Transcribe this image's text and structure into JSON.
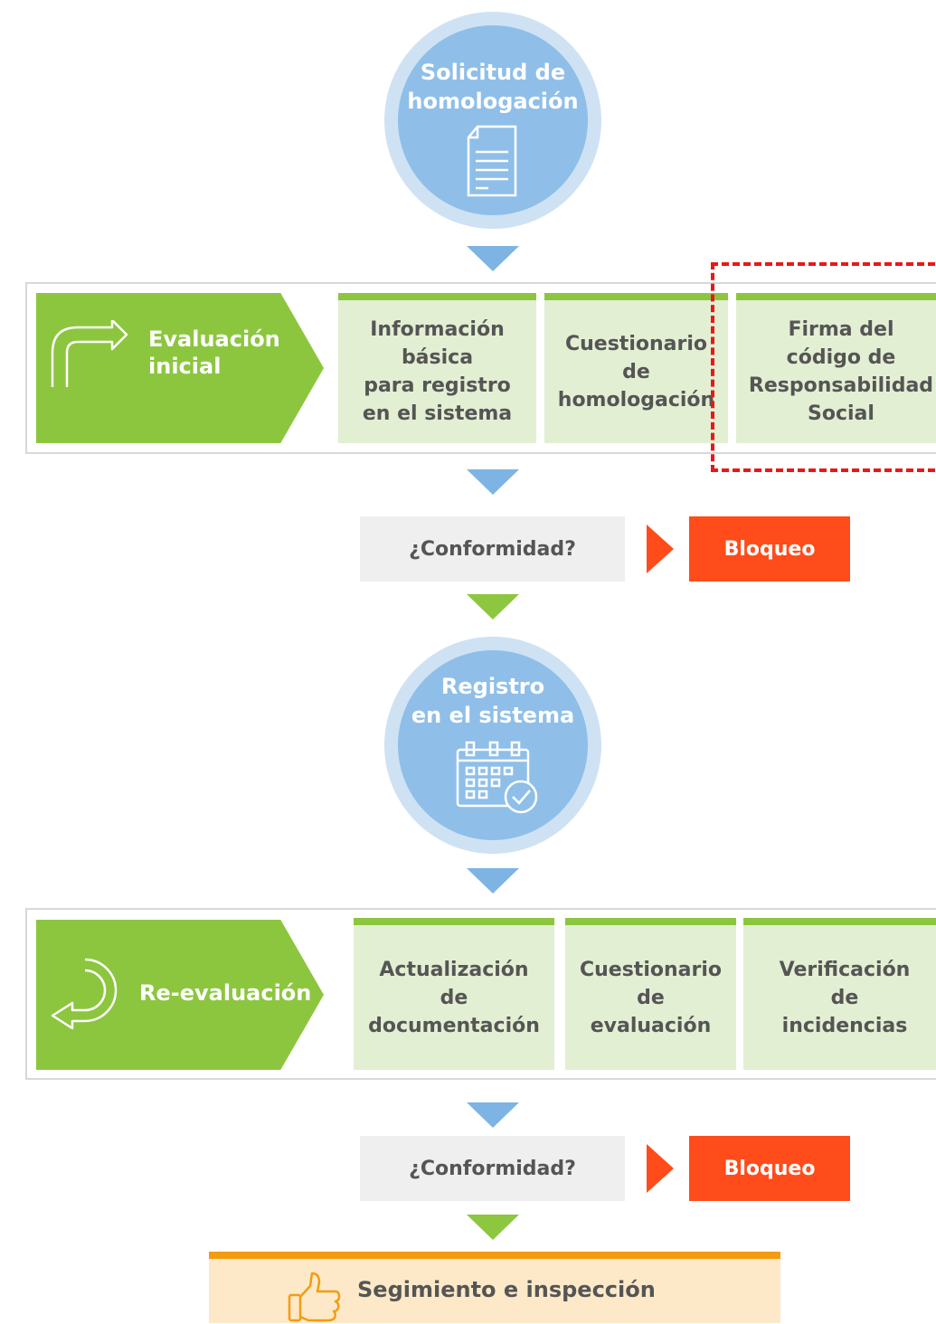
{
  "colors": {
    "green": "#8cc63f",
    "light_green": "#e3efd3",
    "blue": "#8fbfe8",
    "light_blue": "#cfe2f4",
    "orange_red": "#ff4c1a",
    "orange": "#f39c12",
    "gray_box": "#efefef",
    "highlight_dashes": "#e81818"
  },
  "start": {
    "title": "Solicitud de\nhomologación",
    "icon": "document-icon"
  },
  "initial_evaluation": {
    "label": "Evaluación\ninicial",
    "icon": "turn-right-arrow-icon",
    "steps": [
      "Información\nbásica\npara registro\nen el sistema",
      "Cuestionario\nde\nhomologación",
      "Firma del\ncódigo de\nResponsabilidad\nSocial"
    ]
  },
  "decision_1": {
    "question": "¿Conformidad?",
    "block": "Bloqueo"
  },
  "registration": {
    "title": "Registro\nen el sistema",
    "icon": "calendar-check-icon"
  },
  "reevaluation": {
    "label": "Re-evaluación",
    "icon": "cycle-arrow-icon",
    "steps": [
      "Actualización\nde\ndocumentación",
      "Cuestionario\nde\nevaluación",
      "Verificación\nde\nincidencias"
    ]
  },
  "decision_2": {
    "question": "¿Conformidad?",
    "block": "Bloqueo"
  },
  "final": {
    "label": "Segimiento e inspección",
    "icon": "thumbs-up-icon"
  }
}
